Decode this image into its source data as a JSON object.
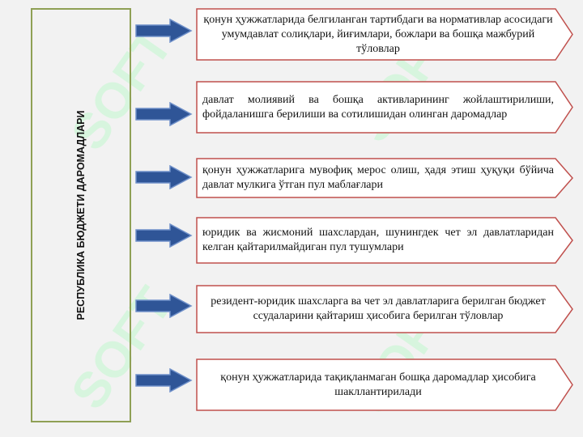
{
  "title": "РЕСПУБЛИКА БЮДЖЕТИ ДАРОМАДЛАРИ",
  "watermark_text": "SOFT",
  "colors": {
    "box_border": "#c0504d",
    "arrow": "#2f5597",
    "title_border": "#8fa055",
    "watermark": "#d7f5de"
  },
  "items": [
    {
      "text": "қонун ҳужжатларида белгиланган тартибдаги ва норматив­лар асосидаги умумдавлат солиқлари, йиғимлари, божлари ва бошқа мажбурий тўловлар"
    },
    {
      "text": "давлат молиявий ва бошқа активларининг жойлаштирилиши, фойдаланишга берилиши ва сотилишидан олинган даромадлар"
    },
    {
      "text": "қонун ҳужжатларига мувофиқ мерос олиш, ҳадя этиш ҳуқуқи бўйича давлат мулкига ўтган пул маблағлари"
    },
    {
      "text": "юридик ва жисмоний шахслардан, шунингдек чет эл давлатларидан келган қайтарилмайдиган пул тушумлари"
    },
    {
      "text": "резидент-юридик шахсларга ва чет эл давлатларига берилган бюджет ссудаларини қайтариш ҳисобига берилган тўловлар"
    },
    {
      "text": "қонун ҳужжатларида тақиқланмаган бошқа даромадлар ҳисобига шакллантирилади"
    }
  ]
}
